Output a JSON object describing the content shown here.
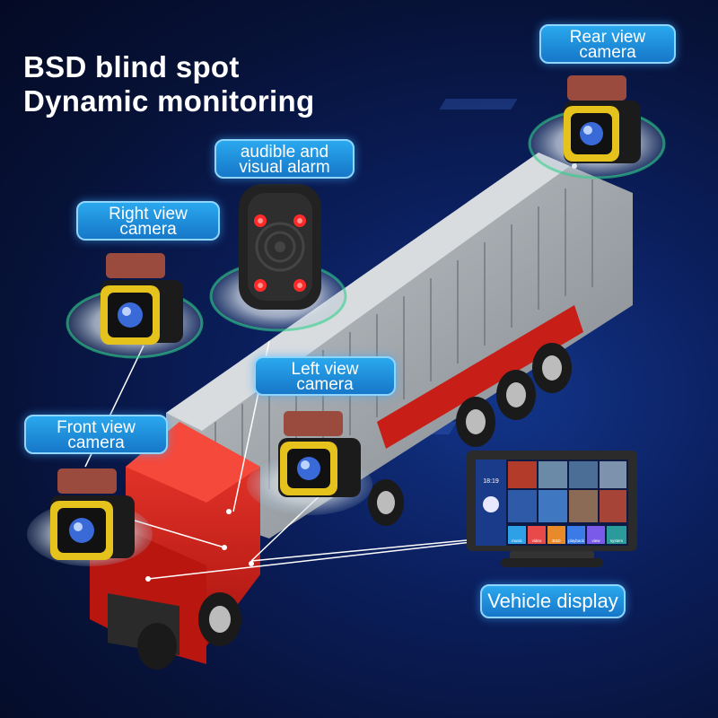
{
  "headline": {
    "line1": "BSD blind spot",
    "line2": "Dynamic monitoring"
  },
  "labels": {
    "rear_camera": [
      "Rear view",
      "camera"
    ],
    "alarm": [
      "audible and",
      "visual alarm"
    ],
    "right_camera": [
      "Right view",
      "camera"
    ],
    "left_camera": [
      "Left view",
      "camera"
    ],
    "front_camera": [
      "Front view",
      "camera"
    ],
    "display": "Vehicle display"
  },
  "monitor": {
    "clock": "18:19",
    "apps": [
      "music",
      "video",
      "BSD",
      "playback",
      "view",
      "system"
    ]
  },
  "colors": {
    "pill": "#1f8ee0",
    "truck_red": "#d8211c",
    "container_gray": "#9ea3a8",
    "camera_yellow": "#e6c21c",
    "alarm_red": "#ff2a2a",
    "glow_green": "#2fd08a"
  }
}
